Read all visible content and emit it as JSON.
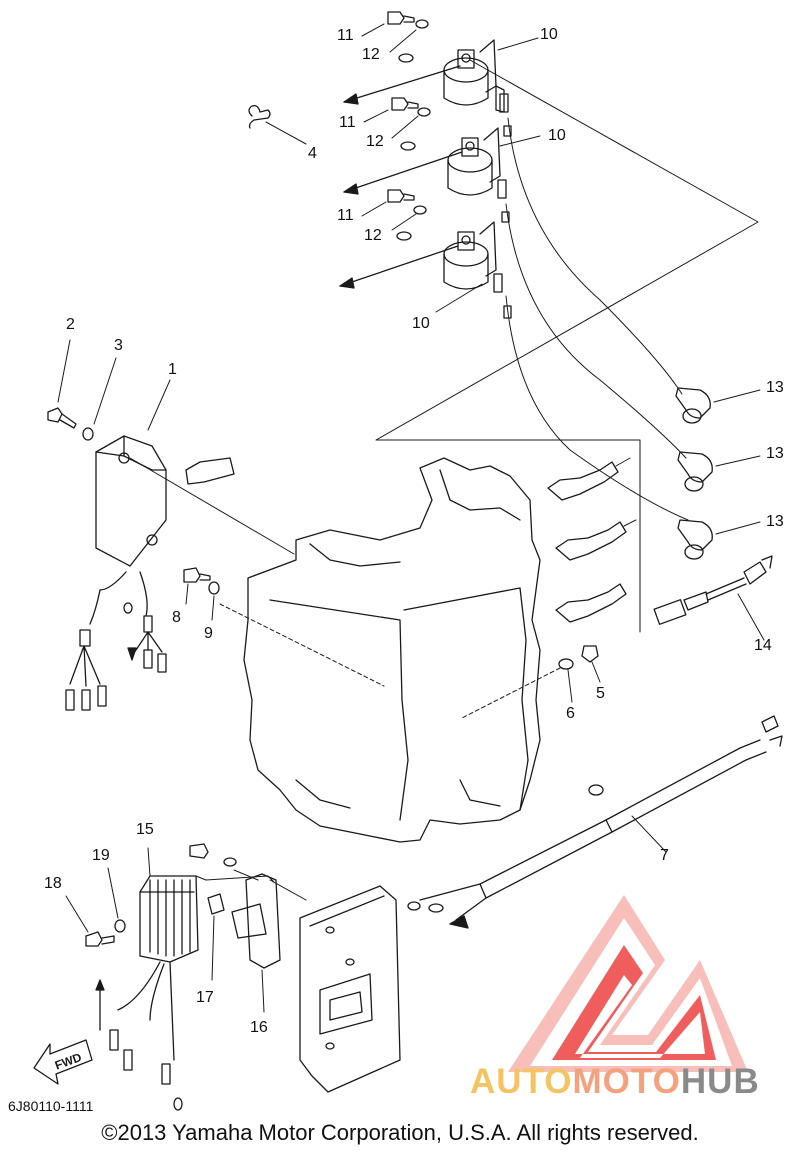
{
  "diagram": {
    "callouts": [
      {
        "id": "c1",
        "text": "1"
      },
      {
        "id": "c2",
        "text": "2"
      },
      {
        "id": "c3",
        "text": "3"
      },
      {
        "id": "c4",
        "text": "4"
      },
      {
        "id": "c5",
        "text": "5"
      },
      {
        "id": "c6",
        "text": "6"
      },
      {
        "id": "c7",
        "text": "7"
      },
      {
        "id": "c8",
        "text": "8"
      },
      {
        "id": "c9",
        "text": "9"
      },
      {
        "id": "c10a",
        "text": "10"
      },
      {
        "id": "c10b",
        "text": "10"
      },
      {
        "id": "c10c",
        "text": "10"
      },
      {
        "id": "c11a",
        "text": "11"
      },
      {
        "id": "c11b",
        "text": "11"
      },
      {
        "id": "c11c",
        "text": "11"
      },
      {
        "id": "c12a",
        "text": "12"
      },
      {
        "id": "c12b",
        "text": "12"
      },
      {
        "id": "c12c",
        "text": "12"
      },
      {
        "id": "c13a",
        "text": "13"
      },
      {
        "id": "c13b",
        "text": "13"
      },
      {
        "id": "c13c",
        "text": "13"
      },
      {
        "id": "c14",
        "text": "14"
      },
      {
        "id": "c15",
        "text": "15"
      },
      {
        "id": "c16",
        "text": "16"
      },
      {
        "id": "c17",
        "text": "17"
      },
      {
        "id": "c18",
        "text": "18"
      },
      {
        "id": "c19",
        "text": "19"
      }
    ],
    "fwd_label": "FWD",
    "drawing_code": "6J80110-1111",
    "copyright": "©2013 Yamaha Motor Corporation, U.S.A. All rights reserved."
  },
  "watermark": {
    "brand_part1": "AUTO",
    "brand_part2": "MOTO",
    "brand_part3": "HUB",
    "colors": {
      "auto": "#f5c462",
      "moto": "#f4a27e",
      "hub": "#8a8a8a",
      "logo_red": "#ee4b4b",
      "logo_pink": "#f6b3ae"
    }
  }
}
